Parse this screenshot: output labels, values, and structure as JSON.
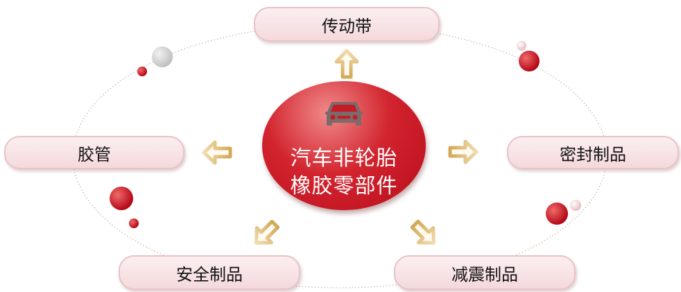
{
  "center": {
    "line1": "汽车非轮胎",
    "line2": "橡胶零部件",
    "icon": "car-icon"
  },
  "nodes": {
    "top": "传动带",
    "left": "胶管",
    "right": "密封制品",
    "bottom_left": "安全制品",
    "bottom_right": "减震制品"
  },
  "colors": {
    "arrow": "#d9b56e",
    "pill_fill": "#f6e2e4",
    "pill_border": "#e8c2c6",
    "center_red": "#c8141f",
    "orbit": "#c9b9a8"
  }
}
